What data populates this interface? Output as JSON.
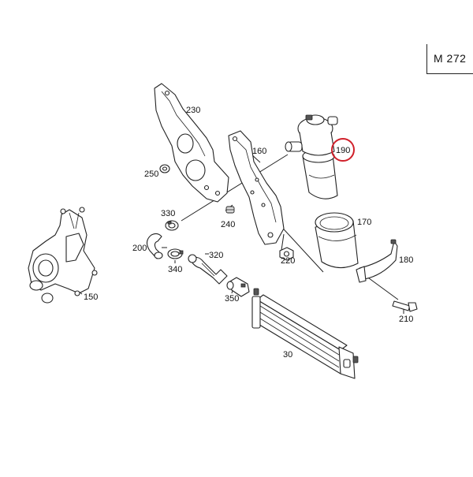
{
  "diagram": {
    "reference_code": "M 272",
    "highlight_color": "#d0202a",
    "highlighted_part": "190",
    "parts": [
      {
        "id": "230",
        "label": "230"
      },
      {
        "id": "160",
        "label": "160"
      },
      {
        "id": "190",
        "label": "190"
      },
      {
        "id": "250",
        "label": "250"
      },
      {
        "id": "330",
        "label": "330"
      },
      {
        "id": "240",
        "label": "240"
      },
      {
        "id": "170",
        "label": "170"
      },
      {
        "id": "200",
        "label": "200"
      },
      {
        "id": "320",
        "label": "320"
      },
      {
        "id": "220",
        "label": "220"
      },
      {
        "id": "180",
        "label": "180"
      },
      {
        "id": "340",
        "label": "340"
      },
      {
        "id": "150",
        "label": "150"
      },
      {
        "id": "350",
        "label": "350"
      },
      {
        "id": "210",
        "label": "210"
      },
      {
        "id": "30",
        "label": "30"
      }
    ]
  }
}
